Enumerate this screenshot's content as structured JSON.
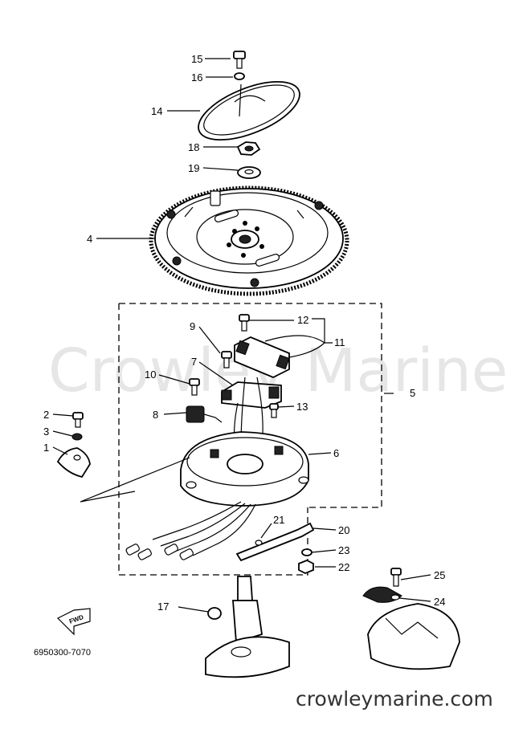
{
  "watermark": "Crowley Marine",
  "part_number": "6950300-7070",
  "site": "crowleymarine.com",
  "fwd": "FWD",
  "callouts": {
    "c1": "1",
    "c2": "2",
    "c3": "3",
    "c4": "4",
    "c5": "5",
    "c6": "6",
    "c7": "7",
    "c8": "8",
    "c9": "9",
    "c10": "10",
    "c11": "11",
    "c12": "12",
    "c13": "13",
    "c14": "14",
    "c15": "15",
    "c16": "16",
    "c17": "17",
    "c18": "18",
    "c19": "19",
    "c20": "20",
    "c21": "21",
    "c22": "22",
    "c23": "23",
    "c24": "24",
    "c25": "25"
  }
}
